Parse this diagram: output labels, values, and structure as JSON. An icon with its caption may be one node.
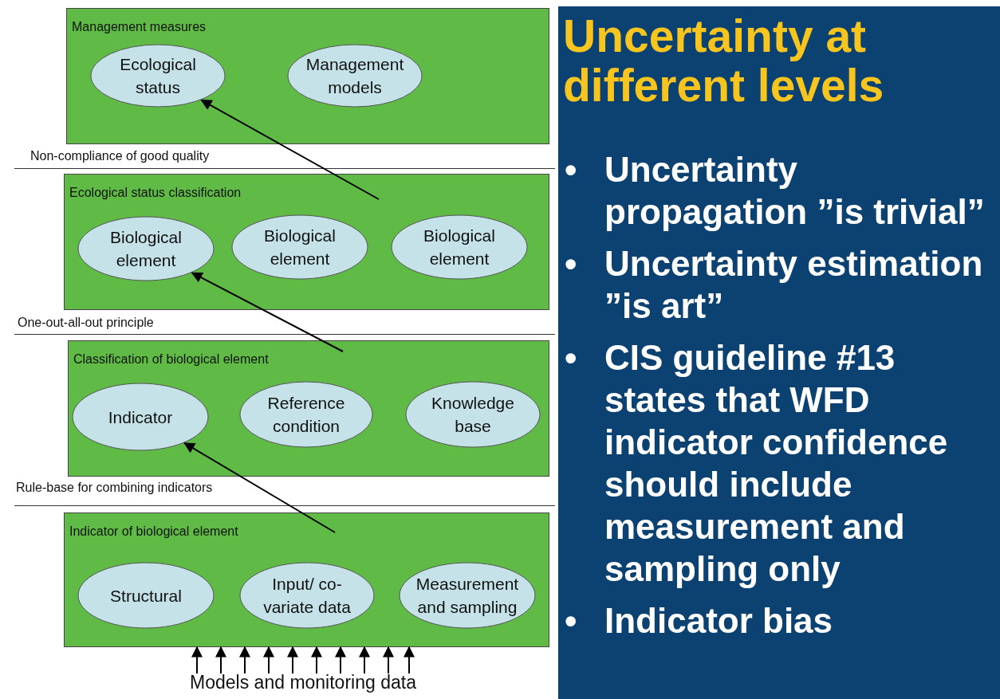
{
  "diagram": {
    "title": "Uncertainty at different levels",
    "nodes": [
      {
        "text": [
          "Management measures"
        ]
      },
      {
        "text": [
          "Ecological status"
        ],
        "in": 0
      },
      {
        "text": [
          "Management models"
        ],
        "in": 0
      },
      {
        "text": [
          "Ecological status classification"
        ]
      },
      {
        "text": [
          "Biological element"
        ],
        "in": 3
      },
      {
        "text": [
          "Biological element"
        ],
        "in": 3
      },
      {
        "text": [
          "Biological element"
        ],
        "in": 3
      },
      {
        "text": [
          "Classification of biological element"
        ]
      },
      {
        "text": [
          "Indicator"
        ],
        "in": 7
      },
      {
        "text": [
          "Reference condition"
        ],
        "in": 7
      },
      {
        "text": [
          "Knowledge base"
        ],
        "in": 7
      },
      {
        "text": [
          "Indicator of biological element"
        ]
      },
      {
        "text": [
          "Structural"
        ],
        "in": 11
      },
      {
        "text": [
          "Input/ co-variate data"
        ],
        "in": 11
      },
      {
        "text": [
          "Measurement and sampling"
        ],
        "in": 11
      },
      {
        "text": [
          "Models and monitoring data"
        ]
      }
    ],
    "edges": [
      {
        "from": 3,
        "to": 1,
        "arrow": "to"
      },
      {
        "from": 7,
        "to": 4,
        "arrow": "to"
      },
      {
        "from": 11,
        "to": 8,
        "arrow": "to"
      },
      {
        "from": 15,
        "to": 11,
        "arrow": "to"
      },
      {
        "from": 15,
        "to": 11,
        "arrow": "to"
      },
      {
        "from": 15,
        "to": 11,
        "arrow": "to"
      },
      {
        "from": 15,
        "to": 11,
        "arrow": "to"
      },
      {
        "from": 15,
        "to": 11,
        "arrow": "to"
      },
      {
        "from": 15,
        "to": 11,
        "arrow": "to"
      },
      {
        "from": 15,
        "to": 11,
        "arrow": "to"
      },
      {
        "from": 15,
        "to": 11,
        "arrow": "to"
      },
      {
        "from": 15,
        "to": 11,
        "arrow": "to"
      },
      {
        "from": 15,
        "to": 11,
        "arrow": "to"
      }
    ],
    "labels": [
      "Non-compliance of good quality",
      "One-out-all-out principle",
      "Rule-base for combining indicators",
      "•",
      "Uncertainty propagation ”is trivial”",
      "•",
      "Uncertainty estimation ”is art”",
      "•",
      "CIS guideline #13 states that WFD indicator confidence should include measurement and sampling only",
      "•",
      "Indicator bias"
    ]
  }
}
